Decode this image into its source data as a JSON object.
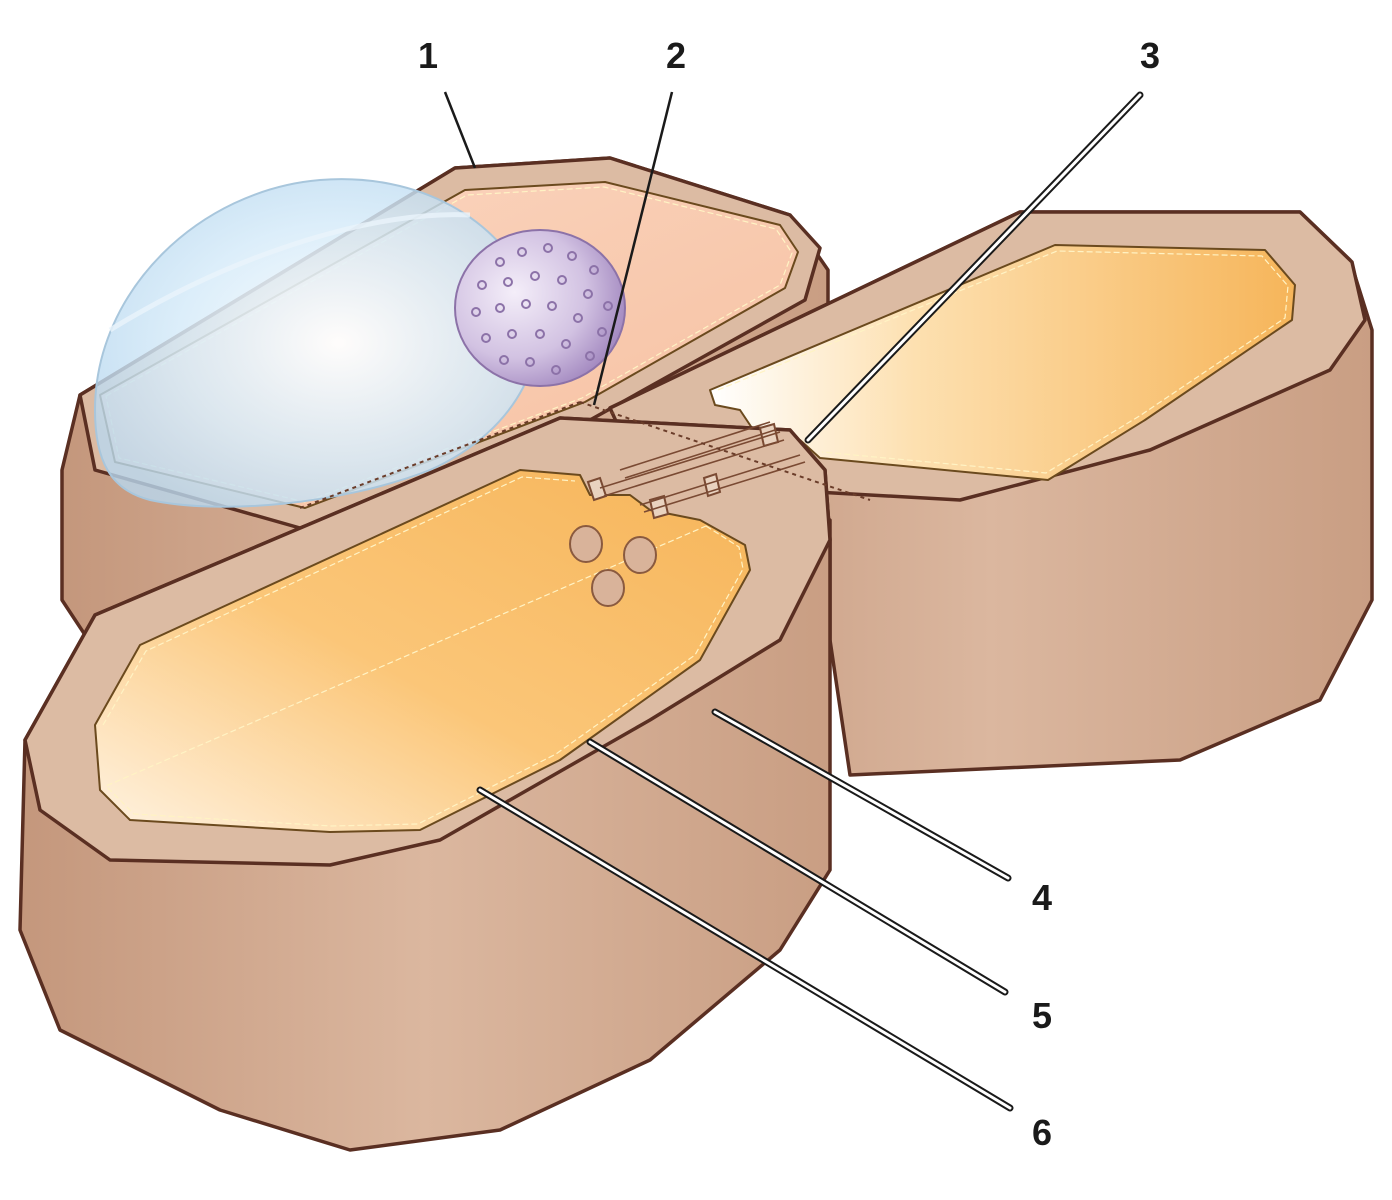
{
  "labels": [
    {
      "id": "1",
      "text": "1"
    },
    {
      "id": "2",
      "text": "2"
    },
    {
      "id": "3",
      "text": "3"
    },
    {
      "id": "4",
      "text": "4"
    },
    {
      "id": "5",
      "text": "5"
    },
    {
      "id": "6",
      "text": "6"
    }
  ],
  "colors": {
    "cell_wall_side": "#d2a98e",
    "cell_wall_top": "#dcbba3",
    "cytoplasm_orange": "#f9bf6a",
    "cytoplasm_light": "#fff1dc",
    "cytoplasm_pink": "#f8c9ae",
    "vacuole_blue": "#cfe6f7",
    "nucleus_purple": "#b8a2cf",
    "outline_dark": "#5a2f22"
  }
}
